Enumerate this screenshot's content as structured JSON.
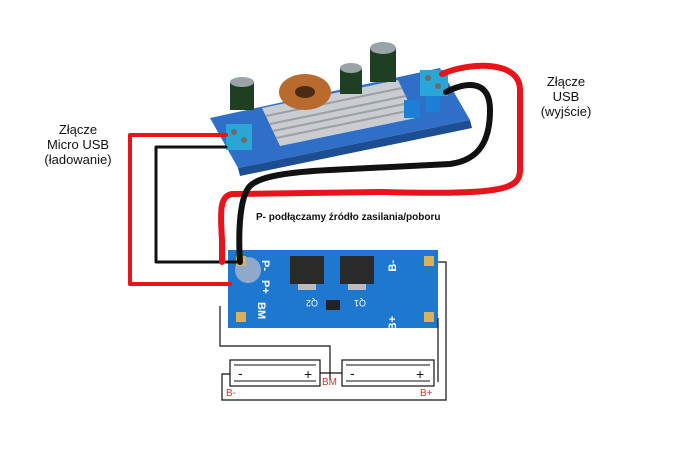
{
  "labels": {
    "micro_usb": [
      "Złącze",
      "Micro USB",
      "(ładowanie)"
    ],
    "usb_out": [
      "Złącze",
      "USB",
      "(wyjście)"
    ],
    "power_note": "P- podłączamy źródło zasilania/poboru"
  },
  "bms": {
    "pads": [
      "P-",
      "P+",
      "B-",
      "B+",
      "BM"
    ],
    "chips": [
      "Q2",
      "Q1"
    ]
  },
  "batteries": {
    "cell_minus": "-",
    "cell_plus": "+",
    "mid_label": "BM",
    "b_minus": "B-",
    "b_plus": "B+"
  },
  "colors": {
    "wire_red": "#e8141c",
    "wire_black": "#111111",
    "pcb_blue": "#2f6fc8",
    "bms_blue": "#1f78d0",
    "terminal_blue": "#2aa6d6",
    "heatsink": "#c9cdd2",
    "schematic_red": "#d32f2f",
    "pad_gold": "#d8b25a"
  }
}
